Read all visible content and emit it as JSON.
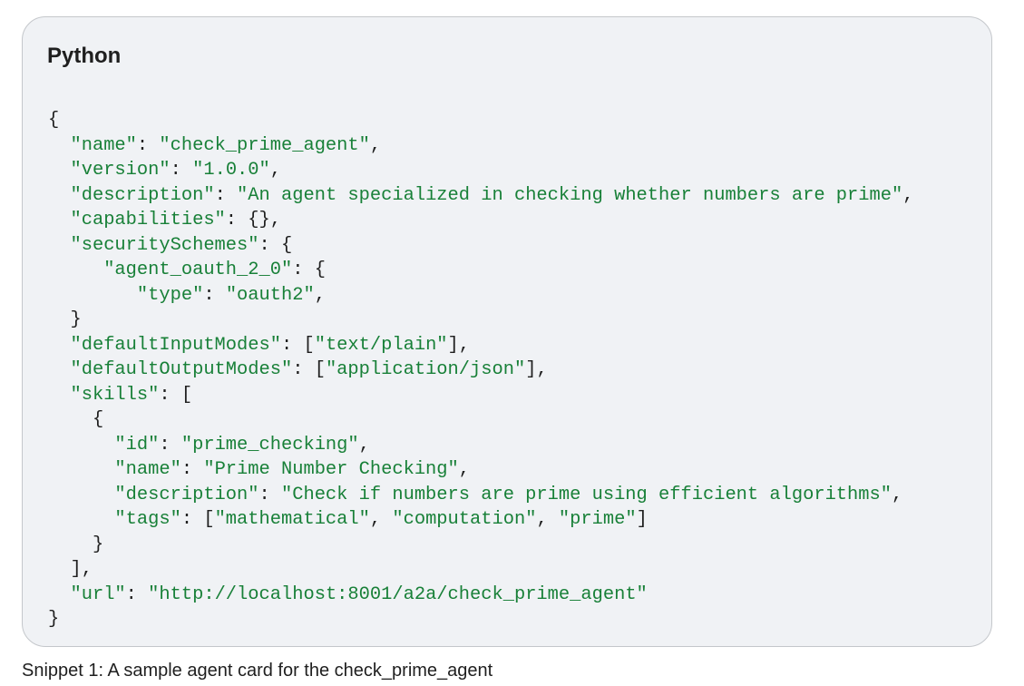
{
  "snippet": {
    "language_label": "Python",
    "colors": {
      "string": "#188038",
      "punctuation": "#1f1f1f",
      "card_background": "#f0f2f5"
    },
    "code_lines": [
      {
        "indent": 0,
        "tokens": [
          {
            "t": "{",
            "k": "punct"
          }
        ]
      },
      {
        "indent": 2,
        "tokens": [
          {
            "t": "\"name\"",
            "k": "str"
          },
          {
            "t": ": ",
            "k": "punct"
          },
          {
            "t": "\"check_prime_agent\"",
            "k": "str"
          },
          {
            "t": ",",
            "k": "punct"
          }
        ]
      },
      {
        "indent": 2,
        "tokens": [
          {
            "t": "\"version\"",
            "k": "str"
          },
          {
            "t": ": ",
            "k": "punct"
          },
          {
            "t": "\"1.0.0\"",
            "k": "str"
          },
          {
            "t": ",",
            "k": "punct"
          }
        ]
      },
      {
        "indent": 2,
        "tokens": [
          {
            "t": "\"description\"",
            "k": "str"
          },
          {
            "t": ": ",
            "k": "punct"
          },
          {
            "t": "\"An agent specialized in checking whether numbers are prime\"",
            "k": "str"
          },
          {
            "t": ",",
            "k": "punct"
          }
        ]
      },
      {
        "indent": 2,
        "tokens": [
          {
            "t": "\"capabilities\"",
            "k": "str"
          },
          {
            "t": ": {},",
            "k": "punct"
          }
        ]
      },
      {
        "indent": 2,
        "tokens": [
          {
            "t": "\"securitySchemes\"",
            "k": "str"
          },
          {
            "t": ": {",
            "k": "punct"
          }
        ]
      },
      {
        "indent": 5,
        "tokens": [
          {
            "t": "\"agent_oauth_2_0\"",
            "k": "str"
          },
          {
            "t": ": {",
            "k": "punct"
          }
        ]
      },
      {
        "indent": 8,
        "tokens": [
          {
            "t": "\"type\"",
            "k": "str"
          },
          {
            "t": ": ",
            "k": "punct"
          },
          {
            "t": "\"oauth2\"",
            "k": "str"
          },
          {
            "t": ",",
            "k": "punct"
          }
        ]
      },
      {
        "indent": 2,
        "tokens": [
          {
            "t": "}",
            "k": "punct"
          }
        ]
      },
      {
        "indent": 2,
        "tokens": [
          {
            "t": "\"defaultInputModes\"",
            "k": "str"
          },
          {
            "t": ": [",
            "k": "punct"
          },
          {
            "t": "\"text/plain\"",
            "k": "str"
          },
          {
            "t": "],",
            "k": "punct"
          }
        ]
      },
      {
        "indent": 2,
        "tokens": [
          {
            "t": "\"defaultOutputModes\"",
            "k": "str"
          },
          {
            "t": ": [",
            "k": "punct"
          },
          {
            "t": "\"application/json\"",
            "k": "str"
          },
          {
            "t": "],",
            "k": "punct"
          }
        ]
      },
      {
        "indent": 2,
        "tokens": [
          {
            "t": "\"skills\"",
            "k": "str"
          },
          {
            "t": ": [",
            "k": "punct"
          }
        ]
      },
      {
        "indent": 4,
        "tokens": [
          {
            "t": "{",
            "k": "punct"
          }
        ]
      },
      {
        "indent": 6,
        "tokens": [
          {
            "t": "\"id\"",
            "k": "str"
          },
          {
            "t": ": ",
            "k": "punct"
          },
          {
            "t": "\"prime_checking\"",
            "k": "str"
          },
          {
            "t": ",",
            "k": "punct"
          }
        ]
      },
      {
        "indent": 6,
        "tokens": [
          {
            "t": "\"name\"",
            "k": "str"
          },
          {
            "t": ": ",
            "k": "punct"
          },
          {
            "t": "\"Prime Number Checking\"",
            "k": "str"
          },
          {
            "t": ",",
            "k": "punct"
          }
        ]
      },
      {
        "indent": 6,
        "tokens": [
          {
            "t": "\"description\"",
            "k": "str"
          },
          {
            "t": ": ",
            "k": "punct"
          },
          {
            "t": "\"Check if numbers are prime using efficient algorithms\"",
            "k": "str"
          },
          {
            "t": ",",
            "k": "punct"
          }
        ]
      },
      {
        "indent": 6,
        "tokens": [
          {
            "t": "\"tags\"",
            "k": "str"
          },
          {
            "t": ": [",
            "k": "punct"
          },
          {
            "t": "\"mathematical\"",
            "k": "str"
          },
          {
            "t": ", ",
            "k": "punct"
          },
          {
            "t": "\"computation\"",
            "k": "str"
          },
          {
            "t": ", ",
            "k": "punct"
          },
          {
            "t": "\"prime\"",
            "k": "str"
          },
          {
            "t": "]",
            "k": "punct"
          }
        ]
      },
      {
        "indent": 4,
        "tokens": [
          {
            "t": "}",
            "k": "punct"
          }
        ]
      },
      {
        "indent": 2,
        "tokens": [
          {
            "t": "],",
            "k": "punct"
          }
        ]
      },
      {
        "indent": 2,
        "tokens": [
          {
            "t": "\"url\"",
            "k": "str"
          },
          {
            "t": ": ",
            "k": "punct"
          },
          {
            "t": "\"http://localhost:8001/a2a/check_prime_agent\"",
            "k": "str"
          }
        ]
      },
      {
        "indent": 0,
        "tokens": [
          {
            "t": "}",
            "k": "punct"
          }
        ]
      }
    ]
  },
  "caption": "Snippet 1: A sample agent card for the check_prime_agent"
}
